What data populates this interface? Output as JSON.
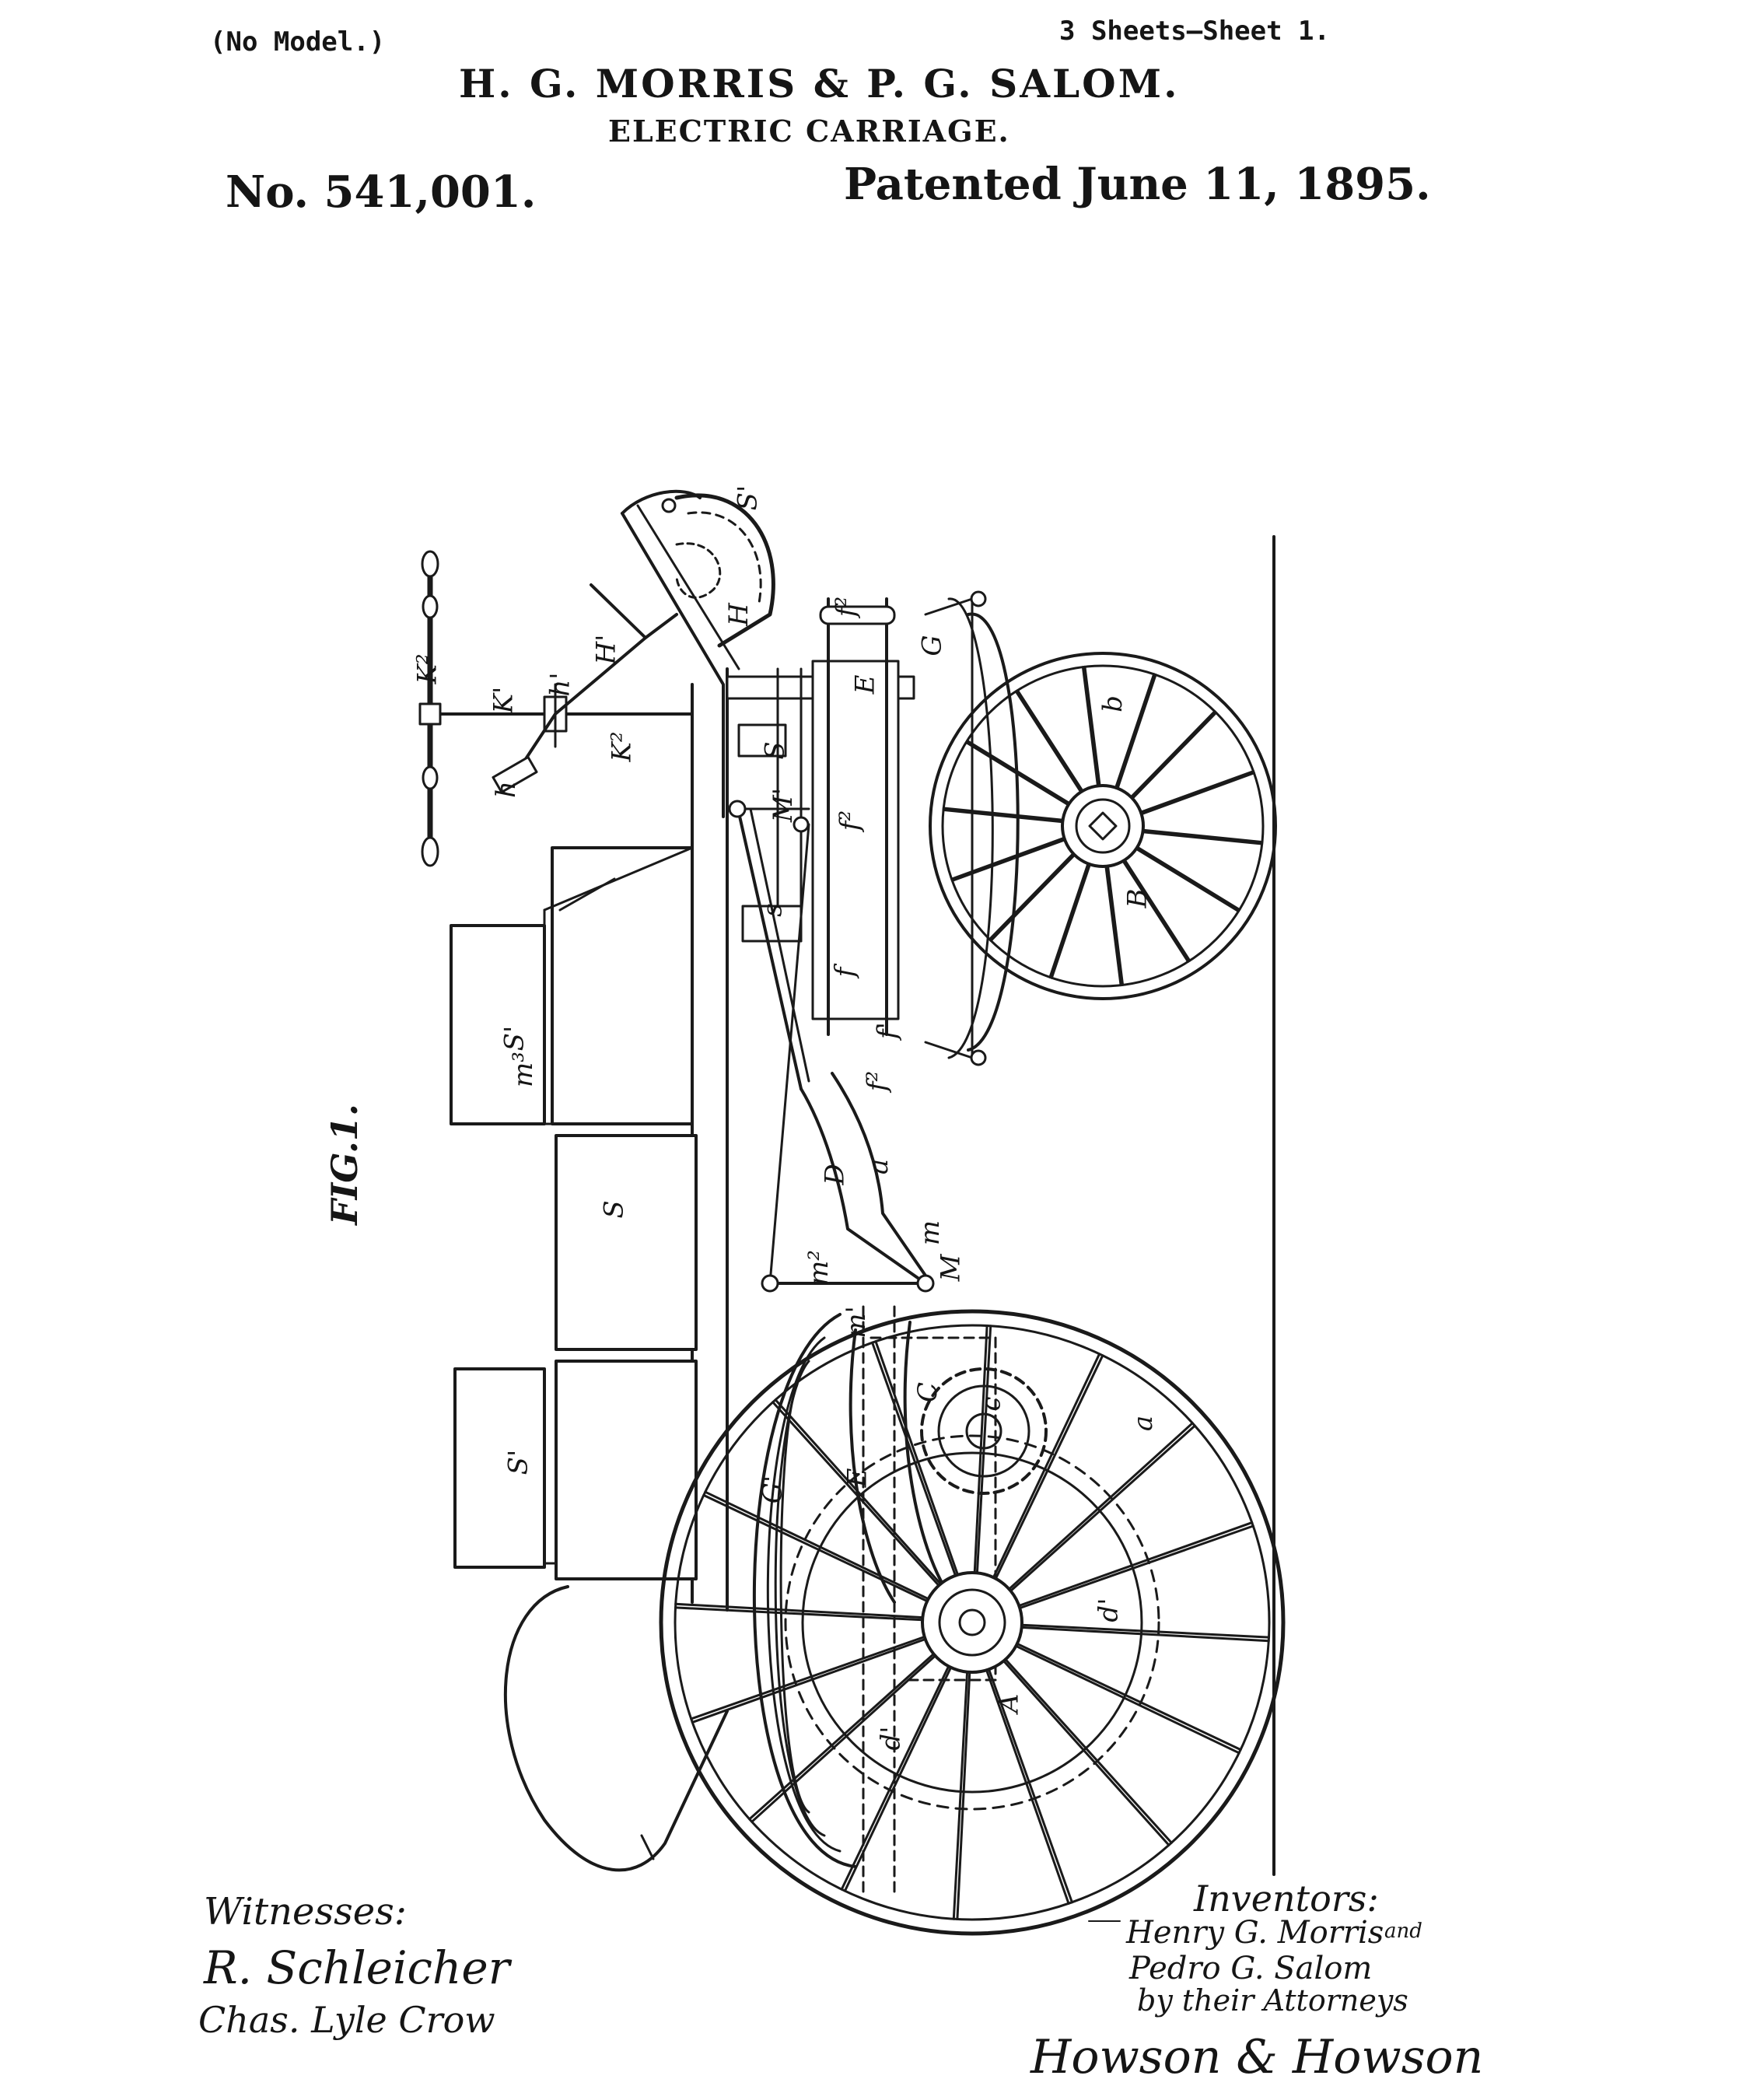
{
  "header": {
    "no_model": "(No Model.)",
    "sheets": "3 Sheets—Sheet 1.",
    "inventors_title": "H. G. MORRIS & P. G. SALOM.",
    "invention_title": "ELECTRIC CARRIAGE.",
    "patent_number": "No. 541,001.",
    "patent_date": "Patented June 11, 1895."
  },
  "figure": {
    "label": "FIG.1.",
    "letters": {
      "S1_top": "S'",
      "H": "H",
      "K2_top": "K²",
      "K1": "K'",
      "h1": "h'",
      "H1": "H'",
      "K2_mid": "K²",
      "h": "h",
      "f2_top": "f²",
      "E_small": "E",
      "G": "G",
      "b": "b",
      "S_small": "S",
      "M1": "M'",
      "f2_mid": "f²",
      "s": "s",
      "B": "B",
      "f": "f",
      "f1": "f'",
      "f2_low": "f²",
      "m3": "m³",
      "S1_front": "S'",
      "D": "D",
      "a_frame": "a",
      "S_mid": "S",
      "m": "m",
      "M": "M",
      "m2": "m²",
      "m1": "m'",
      "C": "C",
      "c": "c",
      "a_wheel": "a",
      "G1": "G'",
      "E": "E",
      "S1_rear": "S'",
      "d1": "d'",
      "A": "A",
      "d": "d'"
    }
  },
  "witnesses": {
    "label": "Witnesses:",
    "witness_1": "R. Schleicher",
    "witness_2": "Chas. Lyle Crow"
  },
  "inventors": {
    "label": "Inventors:",
    "inventor_1": "Henry G. Morris",
    "and": "and",
    "inventor_2": "Pedro G. Salom",
    "attorneys_line": "by their Attorneys",
    "attorneys": "Howson & Howson"
  }
}
